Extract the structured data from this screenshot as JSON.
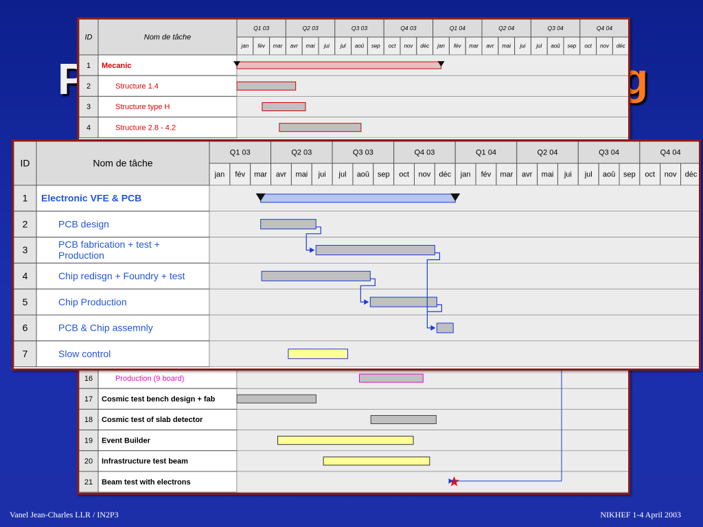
{
  "title_fragments": {
    "left": "P",
    "right": "g"
  },
  "months": [
    "jan",
    "fév",
    "mar",
    "avr",
    "mai",
    "jui",
    "jul",
    "aoû",
    "sep",
    "oct",
    "nov",
    "déc",
    "jan",
    "fév",
    "mar",
    "avr",
    "mai",
    "jui",
    "jul",
    "aoû",
    "sep",
    "oct",
    "nov",
    "déc"
  ],
  "quarters": [
    "Q1 03",
    "Q2 03",
    "Q3 03",
    "Q4 03",
    "Q1 04",
    "Q2 04",
    "Q3 04",
    "Q4 04"
  ],
  "header": {
    "id": "ID",
    "name": "Nom de tâche"
  },
  "back_panel": {
    "top_rows": [
      {
        "id": "1",
        "name": "Mecanic",
        "style": "summary-red",
        "start": 0,
        "end": 12.5
      },
      {
        "id": "2",
        "name": "Structure 1.4",
        "style": "task-red",
        "start": 0,
        "end": 3.6
      },
      {
        "id": "3",
        "name": "Structure type H",
        "style": "task-red",
        "start": 1.55,
        "end": 4.2
      },
      {
        "id": "4",
        "name": "Structure 2.8 - 4.2",
        "style": "task-red",
        "start": 2.6,
        "end": 7.6
      }
    ],
    "bottom_rows": [
      {
        "id": "16",
        "name": "Production (9 board)",
        "style": "task-magenta",
        "start": 7.5,
        "end": 11.4
      },
      {
        "id": "17",
        "name": "Cosmic test bench design + fab",
        "style": "bold-grey",
        "start": 0,
        "end": 4.85
      },
      {
        "id": "18",
        "name": "Cosmic test of slab detector",
        "style": "bold-grey",
        "start": 8.2,
        "end": 12.2
      },
      {
        "id": "19",
        "name": "Event Builder",
        "style": "bold-yellow",
        "start": 2.5,
        "end": 10.8
      },
      {
        "id": "20",
        "name": "Infrastructure test beam",
        "style": "bold-yellow",
        "start": 5.3,
        "end": 11.8
      },
      {
        "id": "21",
        "name": "Beam test with electrons",
        "style": "milestone",
        "start": 13.3,
        "end": 13.3
      }
    ]
  },
  "front_panel": {
    "rows": [
      {
        "id": "1",
        "name": [
          "Electronic VFE & PCB"
        ],
        "style": "summary-blue",
        "start": 2.5,
        "end": 12.0
      },
      {
        "id": "2",
        "name": [
          "PCB design"
        ],
        "style": "task-blue",
        "start": 2.5,
        "end": 5.2
      },
      {
        "id": "3",
        "name": [
          "PCB fabrication + test +",
          "Production"
        ],
        "style": "task-blue",
        "start": 5.2,
        "end": 11.0
      },
      {
        "id": "4",
        "name": [
          "Chip redisgn + Foundry + test"
        ],
        "style": "task-blue",
        "start": 2.55,
        "end": 7.85
      },
      {
        "id": "5",
        "name": [
          "Chip Production"
        ],
        "style": "task-blue",
        "start": 7.85,
        "end": 11.1
      },
      {
        "id": "6",
        "name": [
          "PCB & Chip assemnly"
        ],
        "style": "task-blue",
        "start": 11.1,
        "end": 11.9
      },
      {
        "id": "7",
        "name": [
          "Slow control"
        ],
        "style": "task-yellow",
        "start": 3.85,
        "end": 6.75
      }
    ]
  },
  "footer": {
    "left": "Vanel Jean-Charles LLR / IN2P3",
    "right": "NIKHEF 1-4 April 2003"
  },
  "colors": {
    "background": "#1a2a9e",
    "panel_border": "#8b1a1a",
    "red_text": "#e00000",
    "blue_text": "#2255dd",
    "magenta_text": "#e010c0",
    "grey_bar": "#c0c0c0",
    "yellow_bar": "#ffff99",
    "link_blue": "#1a3ad8"
  }
}
